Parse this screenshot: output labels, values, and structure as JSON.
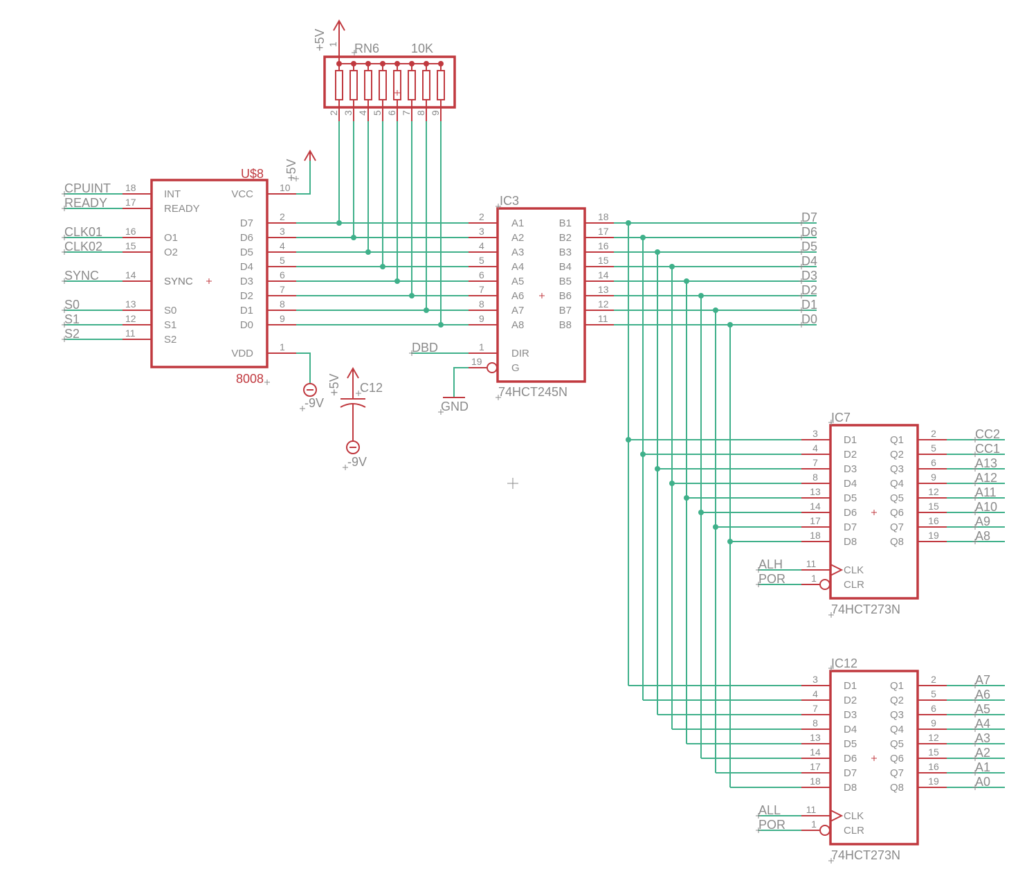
{
  "u8": {
    "ref": "U$8",
    "value": "8008",
    "left_pins": [
      {
        "num": "18",
        "name": "INT",
        "net": "CPUINT"
      },
      {
        "num": "17",
        "name": "READY",
        "net": "READY"
      },
      {
        "num": "16",
        "name": "O1",
        "net": "CLK01"
      },
      {
        "num": "15",
        "name": "O2",
        "net": "CLK02"
      },
      {
        "num": "14",
        "name": "SYNC",
        "net": "SYNC"
      },
      {
        "num": "13",
        "name": "S0",
        "net": "S0"
      },
      {
        "num": "12",
        "name": "S1",
        "net": "S1"
      },
      {
        "num": "11",
        "name": "S2",
        "net": "S2"
      }
    ],
    "right_pins": [
      {
        "num": "10",
        "name": "VCC"
      },
      {
        "num": "2",
        "name": "D7"
      },
      {
        "num": "3",
        "name": "D6"
      },
      {
        "num": "4",
        "name": "D5"
      },
      {
        "num": "5",
        "name": "D4"
      },
      {
        "num": "6",
        "name": "D3"
      },
      {
        "num": "7",
        "name": "D2"
      },
      {
        "num": "8",
        "name": "D1"
      },
      {
        "num": "9",
        "name": "D0"
      },
      {
        "num": "1",
        "name": "VDD"
      }
    ]
  },
  "rn6": {
    "ref": "RN6",
    "value": "10K",
    "common_pin": "1",
    "pins": [
      "2",
      "3",
      "4",
      "5",
      "6",
      "7",
      "8",
      "9"
    ]
  },
  "ic3": {
    "ref": "IC3",
    "value": "74HCT245N",
    "a_pins": [
      {
        "num": "2",
        "name": "A1"
      },
      {
        "num": "3",
        "name": "A2"
      },
      {
        "num": "4",
        "name": "A3"
      },
      {
        "num": "5",
        "name": "A4"
      },
      {
        "num": "6",
        "name": "A5"
      },
      {
        "num": "7",
        "name": "A6"
      },
      {
        "num": "8",
        "name": "A7"
      },
      {
        "num": "9",
        "name": "A8"
      }
    ],
    "b_pins": [
      {
        "num": "18",
        "name": "B1",
        "net": "D7"
      },
      {
        "num": "17",
        "name": "B2",
        "net": "D6"
      },
      {
        "num": "16",
        "name": "B3",
        "net": "D5"
      },
      {
        "num": "15",
        "name": "B4",
        "net": "D4"
      },
      {
        "num": "14",
        "name": "B5",
        "net": "D3"
      },
      {
        "num": "13",
        "name": "B6",
        "net": "D2"
      },
      {
        "num": "12",
        "name": "B7",
        "net": "D1"
      },
      {
        "num": "11",
        "name": "B8",
        "net": "D0"
      }
    ],
    "dir": {
      "num": "1",
      "name": "DIR",
      "net": "DBD"
    },
    "g": {
      "num": "19",
      "name": "G"
    }
  },
  "ic7": {
    "ref": "IC7",
    "value": "74HCT273N",
    "d_pins": [
      {
        "num": "3",
        "name": "D1"
      },
      {
        "num": "4",
        "name": "D2"
      },
      {
        "num": "7",
        "name": "D3"
      },
      {
        "num": "8",
        "name": "D4"
      },
      {
        "num": "13",
        "name": "D5"
      },
      {
        "num": "14",
        "name": "D6"
      },
      {
        "num": "17",
        "name": "D7"
      },
      {
        "num": "18",
        "name": "D8"
      }
    ],
    "q_pins": [
      {
        "num": "2",
        "name": "Q1",
        "net": "CC2"
      },
      {
        "num": "5",
        "name": "Q2",
        "net": "CC1"
      },
      {
        "num": "6",
        "name": "Q3",
        "net": "A13"
      },
      {
        "num": "9",
        "name": "Q4",
        "net": "A12"
      },
      {
        "num": "12",
        "name": "Q5",
        "net": "A11"
      },
      {
        "num": "15",
        "name": "Q6",
        "net": "A10"
      },
      {
        "num": "16",
        "name": "Q7",
        "net": "A9"
      },
      {
        "num": "19",
        "name": "Q8",
        "net": "A8"
      }
    ],
    "clk": {
      "num": "11",
      "name": "CLK",
      "net": "ALH"
    },
    "clr": {
      "num": "1",
      "name": "CLR",
      "net": "POR"
    }
  },
  "ic12": {
    "ref": "IC12",
    "value": "74HCT273N",
    "d_pins": [
      {
        "num": "3",
        "name": "D1"
      },
      {
        "num": "4",
        "name": "D2"
      },
      {
        "num": "7",
        "name": "D3"
      },
      {
        "num": "8",
        "name": "D4"
      },
      {
        "num": "13",
        "name": "D5"
      },
      {
        "num": "14",
        "name": "D6"
      },
      {
        "num": "17",
        "name": "D7"
      },
      {
        "num": "18",
        "name": "D8"
      }
    ],
    "q_pins": [
      {
        "num": "2",
        "name": "Q1",
        "net": "A7"
      },
      {
        "num": "5",
        "name": "Q2",
        "net": "A6"
      },
      {
        "num": "6",
        "name": "Q3",
        "net": "A5"
      },
      {
        "num": "9",
        "name": "Q4",
        "net": "A4"
      },
      {
        "num": "12",
        "name": "Q5",
        "net": "A3"
      },
      {
        "num": "15",
        "name": "Q6",
        "net": "A2"
      },
      {
        "num": "16",
        "name": "Q7",
        "net": "A1"
      },
      {
        "num": "19",
        "name": "Q8",
        "net": "A0"
      }
    ],
    "clk": {
      "num": "11",
      "name": "CLK",
      "net": "ALL"
    },
    "clr": {
      "num": "1",
      "name": "CLR",
      "net": "POR"
    }
  },
  "c12": {
    "ref": "C12"
  },
  "power": {
    "vcc": "+5V",
    "neg": "-9V",
    "gnd": "GND"
  }
}
